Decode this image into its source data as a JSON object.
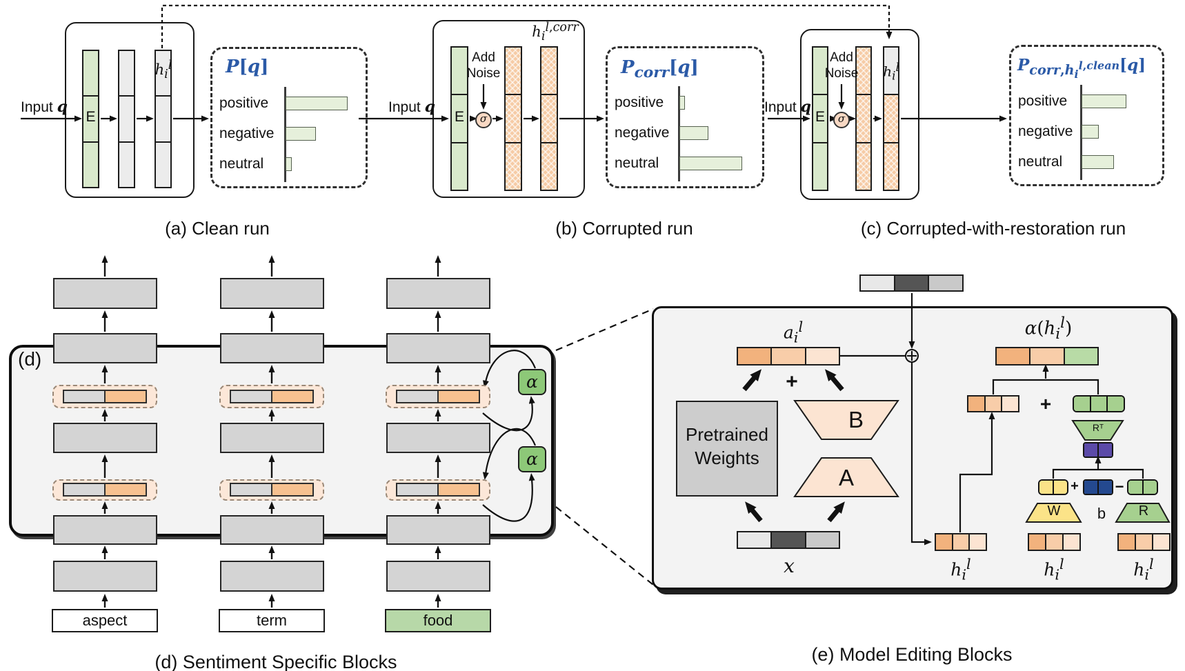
{
  "colors": {
    "title_blue": "#2b5aa7",
    "green_column": "#d9e9cc",
    "chart_bar_green": "#e6f0db",
    "chart_bar_border": "#55604f",
    "hatch_orange": "#f6cba5",
    "block_gray": "#d4d4d4",
    "column_gray": "#ececec",
    "panel_gray": "#f3f3f3",
    "token_green": "#b7d8a8",
    "alpha_green": "#8dc878",
    "container_peach": "#fce7d8",
    "bar_gray_half": "#d8d8d8",
    "bar_orange_half": "#f7c190",
    "seg_orange_dark": "#f2b27d",
    "seg_orange_mid": "#f8cda9",
    "seg_orange_light": "#fce4d2",
    "seg_green": "#b8dba6",
    "cell_green": "#a6d08f",
    "cell_yellow": "#fbe388",
    "cell_navy": "#24498f",
    "cell_purple": "#5b4aa8",
    "trap_peach": "#fce4d2",
    "pretrained_gray": "#cdcdcd",
    "seg_light": "#e8e8e8",
    "seg_dark": "#555555",
    "seg_mid": "#c9c9c9",
    "sigma_fill": "#f8d8c3"
  },
  "panel_a": {
    "caption": "(a) Clean run",
    "input": "Input",
    "q": "q",
    "embed": "E",
    "h_html": "<i>h</i><sub><i>i</i></sub><sup><i>l</i></sup>",
    "chart": {
      "type": "bar",
      "title_html": "<i>P</i>[<i>q</i>]",
      "rows": [
        {
          "label": "positive",
          "value": 0.76
        },
        {
          "label": "negative",
          "value": 0.37
        },
        {
          "label": "neutral",
          "value": 0.08
        }
      ]
    }
  },
  "panel_b": {
    "caption": "(b) Corrupted run",
    "input": "Input",
    "q": "q",
    "embed": "E",
    "sigma": "σ",
    "add_noise_1": "Add",
    "add_noise_2": "Noise",
    "h_html": "<i>h</i><sub><i>i</i></sub><sup><i>l</i>,<i>corr</i></sup>",
    "chart": {
      "type": "bar",
      "title_html": "<i>P</i><sub><i>corr</i></sub>[<i>q</i>]",
      "rows": [
        {
          "label": "positive",
          "value": 0.07
        },
        {
          "label": "negative",
          "value": 0.36
        },
        {
          "label": "neutral",
          "value": 0.77
        }
      ]
    }
  },
  "panel_c": {
    "caption": "(c) Corrupted-with-restoration run",
    "input": "Input",
    "q": "q",
    "embed": "E",
    "sigma": "σ",
    "add_noise_1": "Add",
    "add_noise_2": "Noise",
    "h_html": "<i>h</i><sub><i>i</i></sub><sup><i>l</i></sup>",
    "chart": {
      "type": "bar",
      "title_html": "<i>P</i><sub><i>corr</i>,<i>h</i><sub><i>i</i></sub><sup><i>l</i>,<i>clean</i></sup></sub>[<i>q</i>]",
      "rows": [
        {
          "label": "positive",
          "value": 0.55
        },
        {
          "label": "negative",
          "value": 0.21
        },
        {
          "label": "neutral",
          "value": 0.4
        }
      ]
    }
  },
  "panel_d": {
    "tag": "(d)",
    "caption": "(d) Sentiment Specific Blocks",
    "alpha": "α",
    "tokens": [
      "aspect",
      "term",
      "food"
    ]
  },
  "panel_e": {
    "caption": "(e) Model Editing Blocks",
    "pretrained_1": "Pretrained",
    "pretrained_2": "Weights",
    "B": "B",
    "A": "A",
    "W": "W",
    "R": "R",
    "RT": "Rᵀ",
    "b": "b",
    "plus": "+",
    "minus": "−",
    "x_html": "<i>x</i>",
    "a_html": "<i>a</i><sub><i>i</i></sub><sup><i>l</i></sup>",
    "alpha_h_html": "<i>α</i>(<i>h</i><sub><i>i</i></sub><sup><i>l</i></sup>)",
    "h_html": "<i>h</i><sub><i>i</i></sub><sup><i>l</i></sup>"
  }
}
